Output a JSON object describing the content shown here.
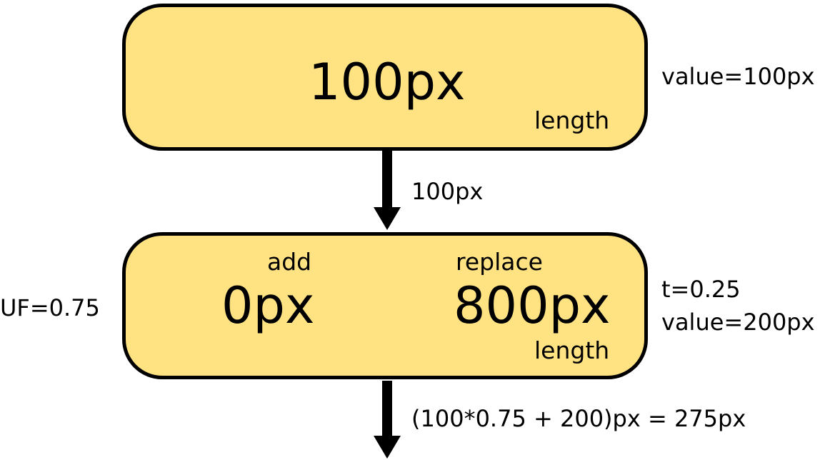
{
  "top_box": {
    "value": "100px",
    "type_label": "length",
    "side_note": "value=100px"
  },
  "connector": {
    "label": "100px"
  },
  "bottom_box": {
    "from_composite": "add",
    "from_value": "0px",
    "to_composite": "replace",
    "to_value": "800px",
    "type_label": "length",
    "left_note": "UF=0.75",
    "t_note": "t=0.25",
    "value_note": "value=200px"
  },
  "output": {
    "label": "(100*0.75 + 200)px = 275px"
  },
  "colors": {
    "box_fill": "#ffe382",
    "stroke": "#000000"
  }
}
